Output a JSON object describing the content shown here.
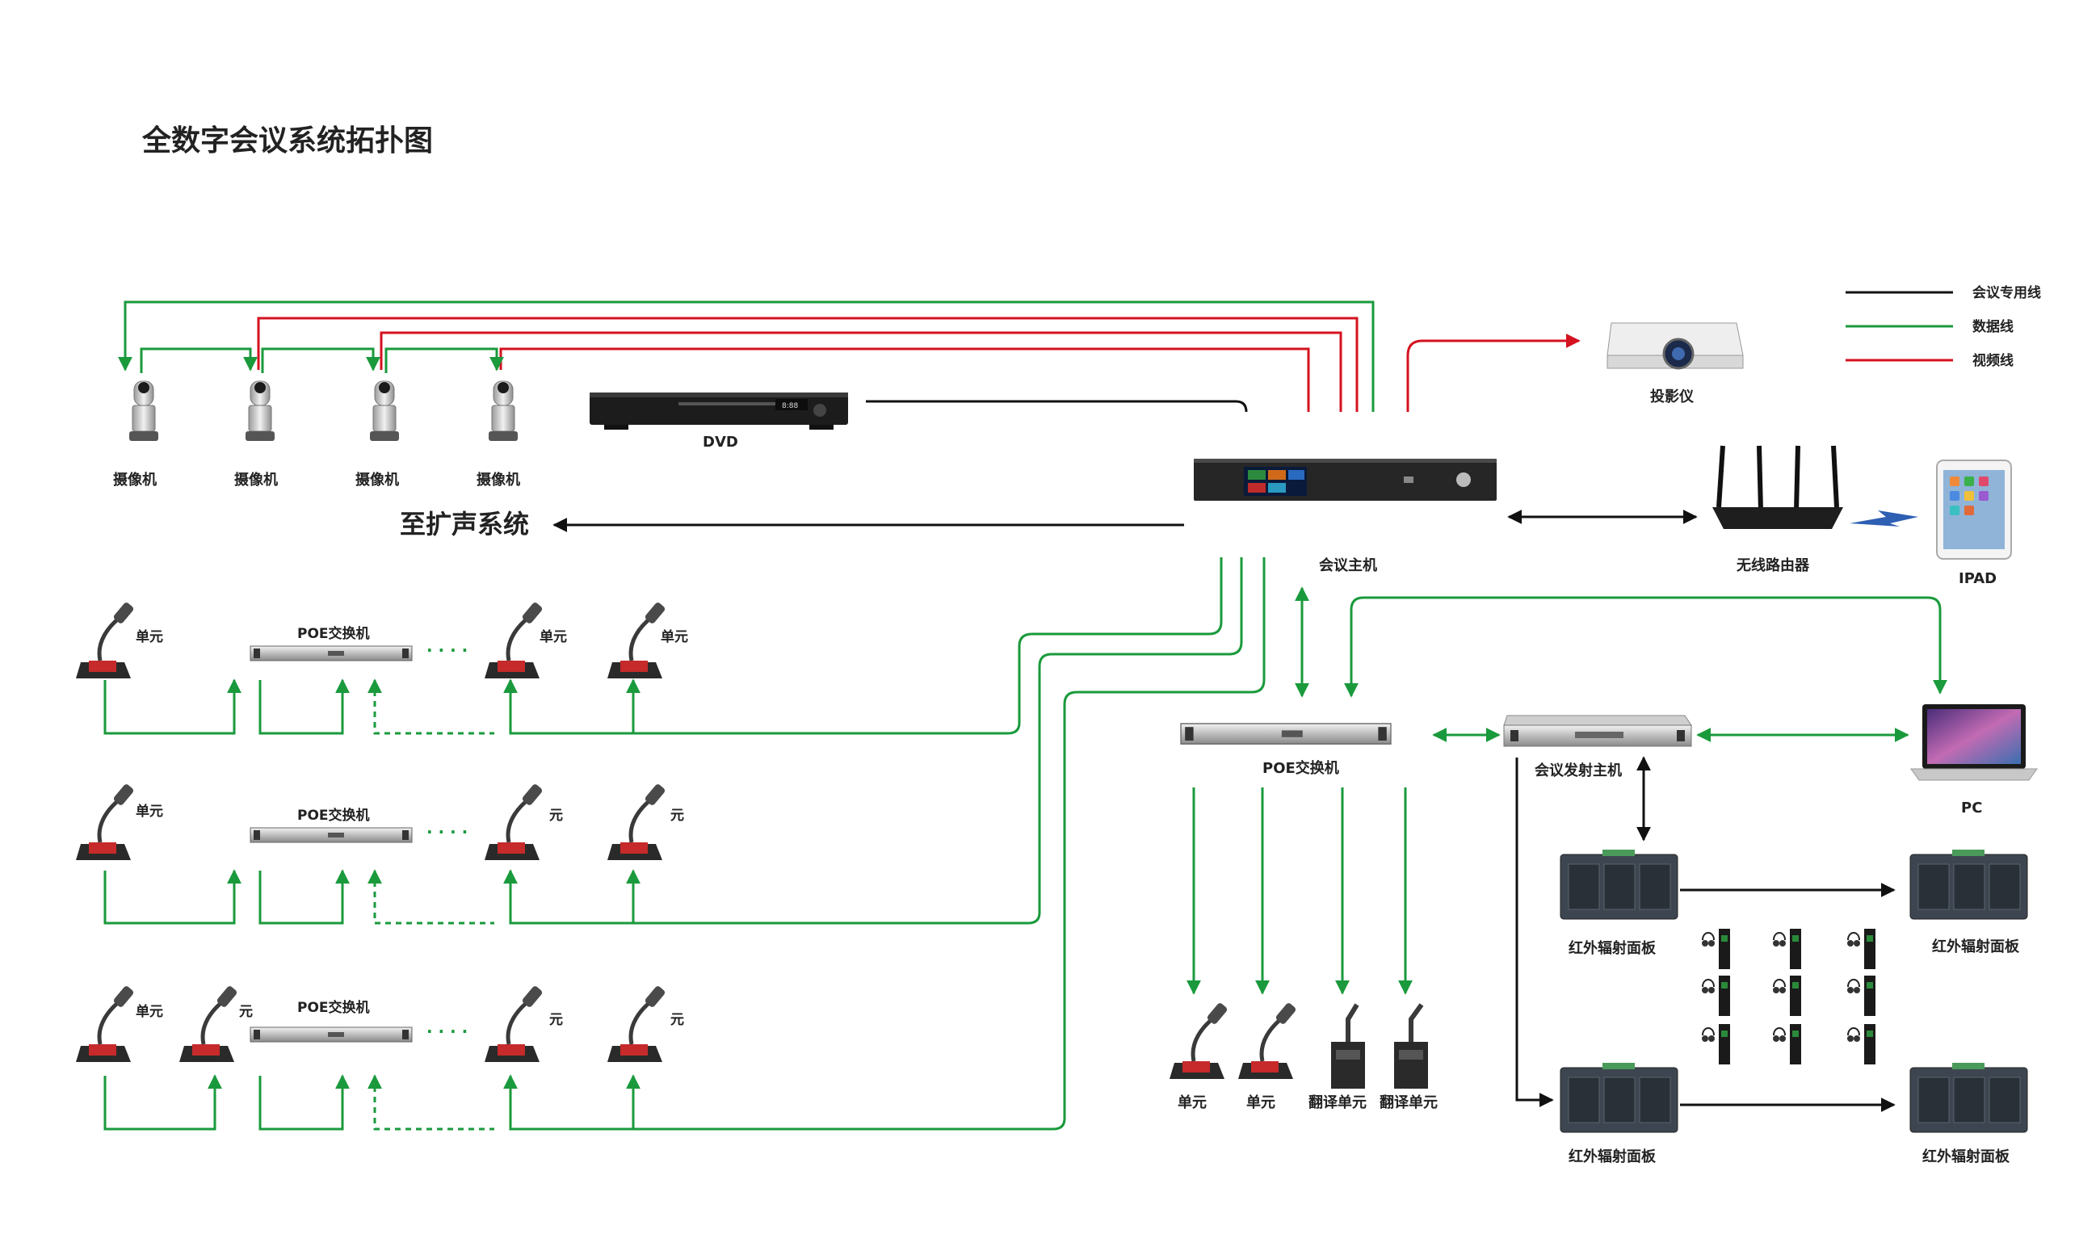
{
  "title": "全数字会议系统拓扑图",
  "legend": {
    "items": [
      {
        "label": "会议专用线",
        "color": "#111111"
      },
      {
        "label": "数据线",
        "color": "#1a9a3c"
      },
      {
        "label": "视频线",
        "color": "#d4121f"
      }
    ]
  },
  "colors": {
    "black": "#111111",
    "green": "#1a9a3c",
    "red": "#d4121f",
    "blue": "#2d5fb3"
  },
  "nodes": {
    "cameras": [
      "摄像机",
      "摄像机",
      "摄像机",
      "摄像机"
    ],
    "dvd": "DVD",
    "host": "会议主机",
    "projector": "投影仪",
    "router": "无线路由器",
    "ipad": "IPAD",
    "pc": "PC",
    "pa_system": "至扩声系统",
    "poe_left": [
      "POE交换机",
      "POE交换机",
      "POE交换机"
    ],
    "poe_right": "POE交换机",
    "transmitter": "会议发射主机",
    "ir_panels": [
      "红外辐射面板",
      "红外辐射面板",
      "红外辐射面板",
      "红外辐射面板"
    ],
    "bottom_units": [
      "单元",
      "单元",
      "翻译单元",
      "翻译单元"
    ],
    "row_units": [
      [
        "单元",
        "单元",
        "单元"
      ],
      [
        "单元",
        "元",
        "元"
      ],
      [
        "单元",
        "元",
        "元"
      ]
    ],
    "row3_extra": "元",
    "ellipsis": "· · · ·"
  },
  "device_screen": {
    "time": "8:88"
  }
}
